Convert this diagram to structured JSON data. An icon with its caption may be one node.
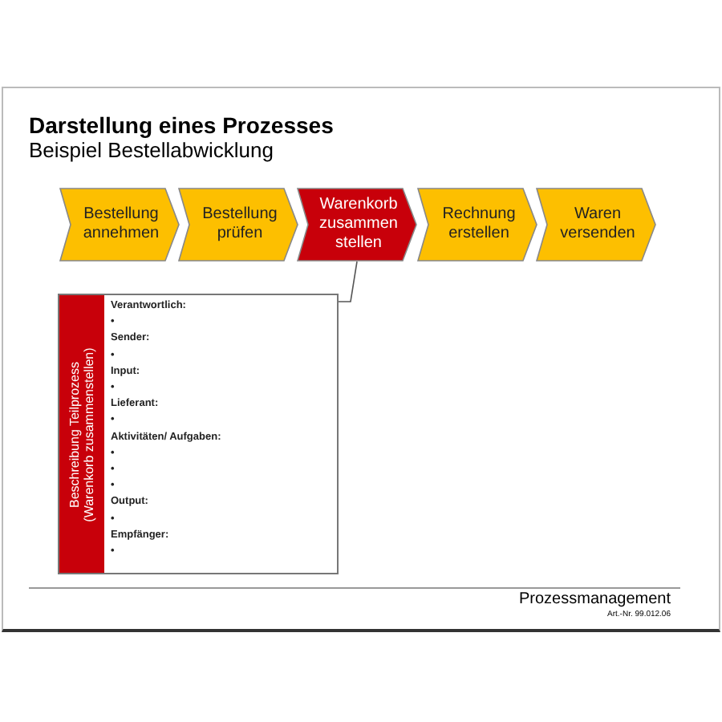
{
  "diagram": {
    "title": "Darstellung eines Prozesses",
    "nodes": [
      {
        "text": [
          "Bestellung annehmen"
        ]
      },
      {
        "text": [
          "Bestellung prüfen"
        ]
      },
      {
        "text": [
          "Warenkorb zusammen stellen"
        ]
      },
      {
        "text": [
          "Rechnung erstellen"
        ]
      },
      {
        "text": [
          "Waren versenden"
        ]
      },
      {
        "text": [
          "Beschreibung Teilprozess (Warenkorb zusammenstellen)",
          "Verantwortlich:",
          "•",
          "Sender:",
          "•",
          "Input:",
          "•",
          "Lieferant:",
          "•",
          "Aktivitäten/ Aufgaben:",
          "•",
          "•",
          "•",
          "Output:",
          "•",
          "Empfänger:",
          "•"
        ]
      }
    ],
    "edges": [
      {
        "from": 2,
        "to": 5,
        "arrow": "none"
      }
    ],
    "labels": [
      "Beispiel Bestellabwicklung",
      "Prozessmanagement",
      "Art.-Nr. 99.012.06"
    ]
  }
}
